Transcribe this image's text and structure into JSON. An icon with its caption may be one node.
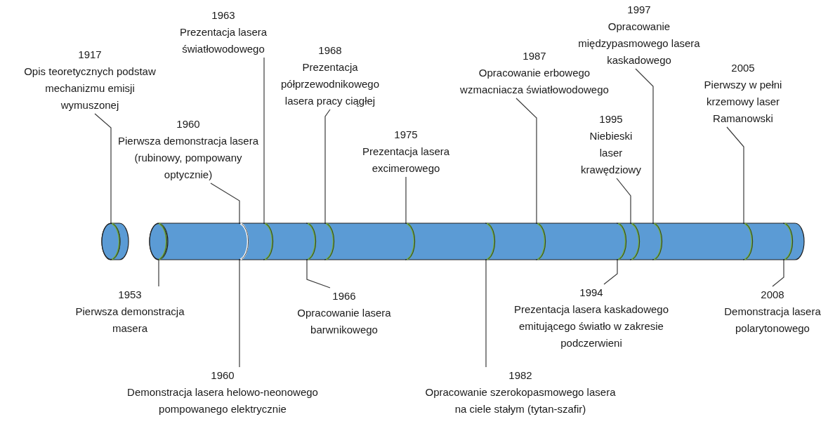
{
  "diagram": {
    "nodes": [
      {
        "text": [],
        "shape": "cylinder"
      },
      {
        "text": [],
        "shape": "cylinder"
      },
      {
        "text": [
          "1917",
          "Opis teoretycznych podstaw mechanizmu emisji wymuszonej"
        ]
      },
      {
        "text": [
          "1953",
          "Pierwsza demonstracja masera"
        ]
      },
      {
        "text": [
          "1960",
          "Pierwsza demonstracja lasera (rubinowy, pompowany optycznie)"
        ]
      },
      {
        "text": [
          "1960",
          "Demonstracja lasera helowo-neonowego pompowanego elektrycznie"
        ]
      },
      {
        "text": [
          "1963",
          "Prezentacja lasera światłowodowego"
        ]
      },
      {
        "text": [
          "1966",
          "Opracowanie lasera barwnikowego"
        ]
      },
      {
        "text": [
          "1968",
          "Prezentacja półprzewodnikowego lasera pracy ciągłej"
        ]
      },
      {
        "text": [
          "1975",
          "Prezentacja lasera excimerowego"
        ]
      },
      {
        "text": [
          "1982",
          "Opracowanie szerokopasmowego lasera na ciele stałym (tytan-szafir)"
        ]
      },
      {
        "text": [
          "1987",
          "Opracowanie erbowego wzmacniacza światłowodowego"
        ]
      },
      {
        "text": [
          "1994",
          "Prezentacja lasera kaskadowego emitującego światło w zakresie podczerwieni"
        ]
      },
      {
        "text": [
          "1995",
          "Niebieski laser krawędziowy"
        ]
      },
      {
        "text": [
          "1997",
          "Opracowanie międzypasmowego lasera kaskadowego"
        ]
      },
      {
        "text": [
          "2005",
          "Pierwszy w pełni krzemowy laser Ramanowski"
        ]
      },
      {
        "text": [
          "2008",
          "Demonstracja lasera polarytonowego"
        ]
      }
    ],
    "edges": [
      {
        "from": 2,
        "to": 0,
        "arrow": "none"
      },
      {
        "from": 3,
        "to": 1,
        "arrow": "none"
      },
      {
        "from": 4,
        "to": 1,
        "arrow": "none"
      },
      {
        "from": 5,
        "to": 1,
        "arrow": "none"
      },
      {
        "from": 6,
        "to": 1,
        "arrow": "none"
      },
      {
        "from": 7,
        "to": 1,
        "arrow": "none"
      },
      {
        "from": 8,
        "to": 1,
        "arrow": "none"
      },
      {
        "from": 9,
        "to": 1,
        "arrow": "none"
      },
      {
        "from": 10,
        "to": 1,
        "arrow": "none"
      },
      {
        "from": 11,
        "to": 1,
        "arrow": "none"
      },
      {
        "from": 12,
        "to": 1,
        "arrow": "none"
      },
      {
        "from": 13,
        "to": 1,
        "arrow": "none"
      },
      {
        "from": 14,
        "to": 1,
        "arrow": "none"
      },
      {
        "from": 15,
        "to": 1,
        "arrow": "none"
      },
      {
        "from": 16,
        "to": 1,
        "arrow": "none"
      }
    ]
  }
}
